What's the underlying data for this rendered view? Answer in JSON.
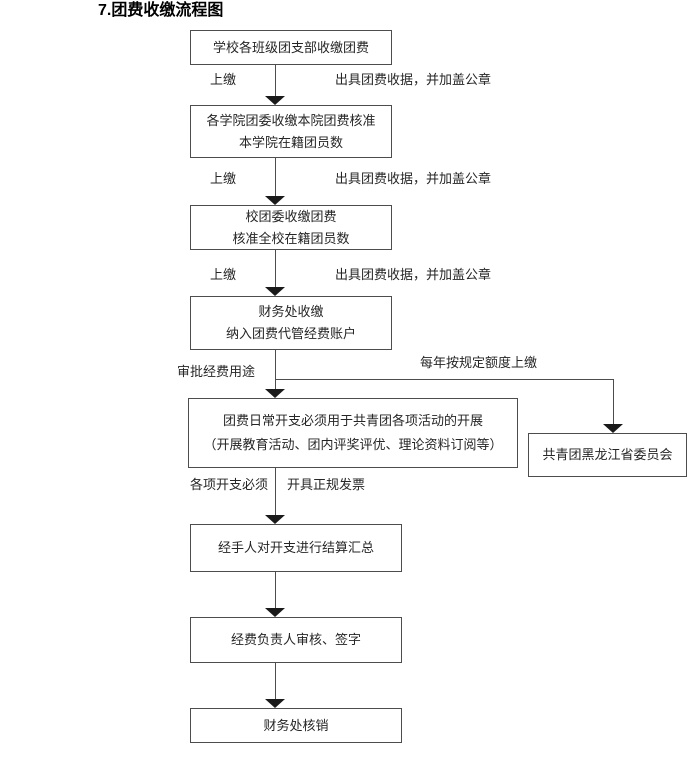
{
  "title": "7.团费收缴流程图",
  "colors": {
    "background": "#ffffff",
    "line": "#4d4d4d",
    "arrowhead": "#1a1a1a",
    "text": "#262626"
  },
  "nodes": {
    "b1": {
      "line1": "学校各班级团支部收缴团费"
    },
    "b2": {
      "line1": "各学院团委收缴本院团费核准",
      "line2": "本学院在籍团员数"
    },
    "b3": {
      "line1": "校团委收缴团费",
      "line2": "核准全校在籍团员数"
    },
    "b4": {
      "line1": "财务处收缴",
      "line2": "纳入团费代管经费账户"
    },
    "b5": {
      "line1": "团费日常开支必须用于共青团各项活动的开展",
      "line2": "（开展教育活动、团内评奖评优、理论资料订阅等）"
    },
    "b6": {
      "line1": "经手人对开支进行结算汇总"
    },
    "b7": {
      "line1": "经费负责人审核、签字"
    },
    "b8": {
      "line1": "财务处核销"
    },
    "b9": {
      "line1": "共青团黑龙江省委员会"
    }
  },
  "labels": {
    "pay_up_1": "上缴",
    "receipt_1": "出具团费收据，并加盖公章",
    "pay_up_2": "上缴",
    "receipt_2": "出具团费收据，并加盖公章",
    "pay_up_3": "上缴",
    "receipt_3": "出具团费收据，并加盖公章",
    "approve_usage": "审批经费用途",
    "annual_quota": "每年按规定额度上缴",
    "expense_must": "各项开支必须",
    "formal_invoice": "开具正规发票"
  }
}
